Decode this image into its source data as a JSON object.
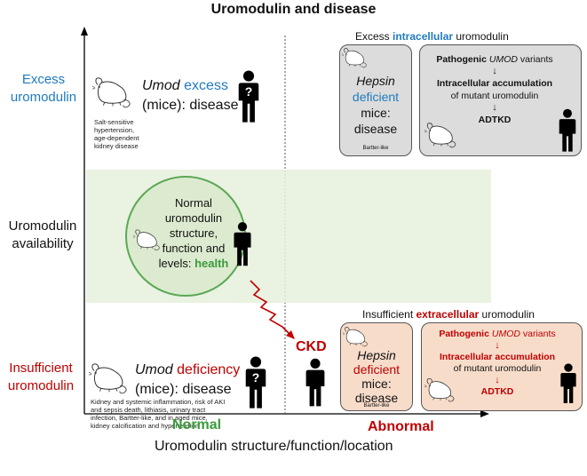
{
  "title": "Uromodulin and disease",
  "y_labels": {
    "excess_line1": "Excess",
    "excess_line2": "uromodulin",
    "availability_line1": "Uromodulin",
    "availability_line2": "availability",
    "insufficient_line1": "Insufficient",
    "insufficient_line2": "uromodulin"
  },
  "x_labels": {
    "normal": "Normal",
    "abnormal": "Abnormal",
    "axis": "Uromodulin structure/function/location"
  },
  "excess_panel": {
    "umod_italic": "Umod",
    "excess_word": "excess",
    "line2": "(mice): disease",
    "note_line1": "Salt-sensitive",
    "note_line2": "hypertension,",
    "note_line3": "age-dependent",
    "note_line4": "kidney disease"
  },
  "health_circle": {
    "line1": "Normal",
    "line2": "uromodulin",
    "line3": "structure,",
    "line4": "function and",
    "line5_prefix": "levels: ",
    "line5_health": "health"
  },
  "deficiency_panel": {
    "umod_italic": "Umod",
    "deficiency_word": "deficiency",
    "line2": "(mice): disease",
    "note_line1": "Kidney and systemic inflammation, risk of AKI",
    "note_line2": "and sepsis death, lithiasis, urinary tract",
    "note_line3": "infection, Bartter-like, and in aged mice,",
    "note_line4": "kidney calcification and hypertension"
  },
  "ckd_label": "CKD",
  "top_right": {
    "heading_prefix": "Excess ",
    "heading_highlight": "intracellular",
    "heading_suffix": " uromodulin",
    "hepsin_line1": "Hepsin",
    "hepsin_line2": "deficient",
    "hepsin_line3": "mice:",
    "hepsin_line4": "disease",
    "hepsin_note": "Bartter-like",
    "path_line1_prefix": "Pathogenic ",
    "path_line1_italic": "UMOD",
    "path_line1_suffix": " variants",
    "path_line2": "Intracellular accumulation",
    "path_line3": "of mutant uromodulin",
    "path_line4": "ADTKD"
  },
  "bottom_right": {
    "heading_prefix": "Insufficient ",
    "heading_highlight": "extracellular",
    "heading_suffix": " uromodulin",
    "hepsin_line1": "Hepsin",
    "hepsin_line2": "deficient",
    "hepsin_line3": "mice:",
    "hepsin_line4": "disease",
    "hepsin_note": "Bartter-like",
    "path_line1_prefix": "Pathogenic ",
    "path_line1_italic": "UMOD",
    "path_line1_suffix": " variants",
    "path_line2": "Intracellular accumulation",
    "path_line3": "of mutant uromodulin",
    "path_line4": "ADTKD"
  },
  "human_question_mark": "?",
  "colors": {
    "blue": "#1f7bbf",
    "red": "#c00000",
    "green": "#3a9a3a",
    "gray_box": "#dcdcdc",
    "peach_box": "#f7dcca",
    "green_band": "#e6f0dc"
  }
}
